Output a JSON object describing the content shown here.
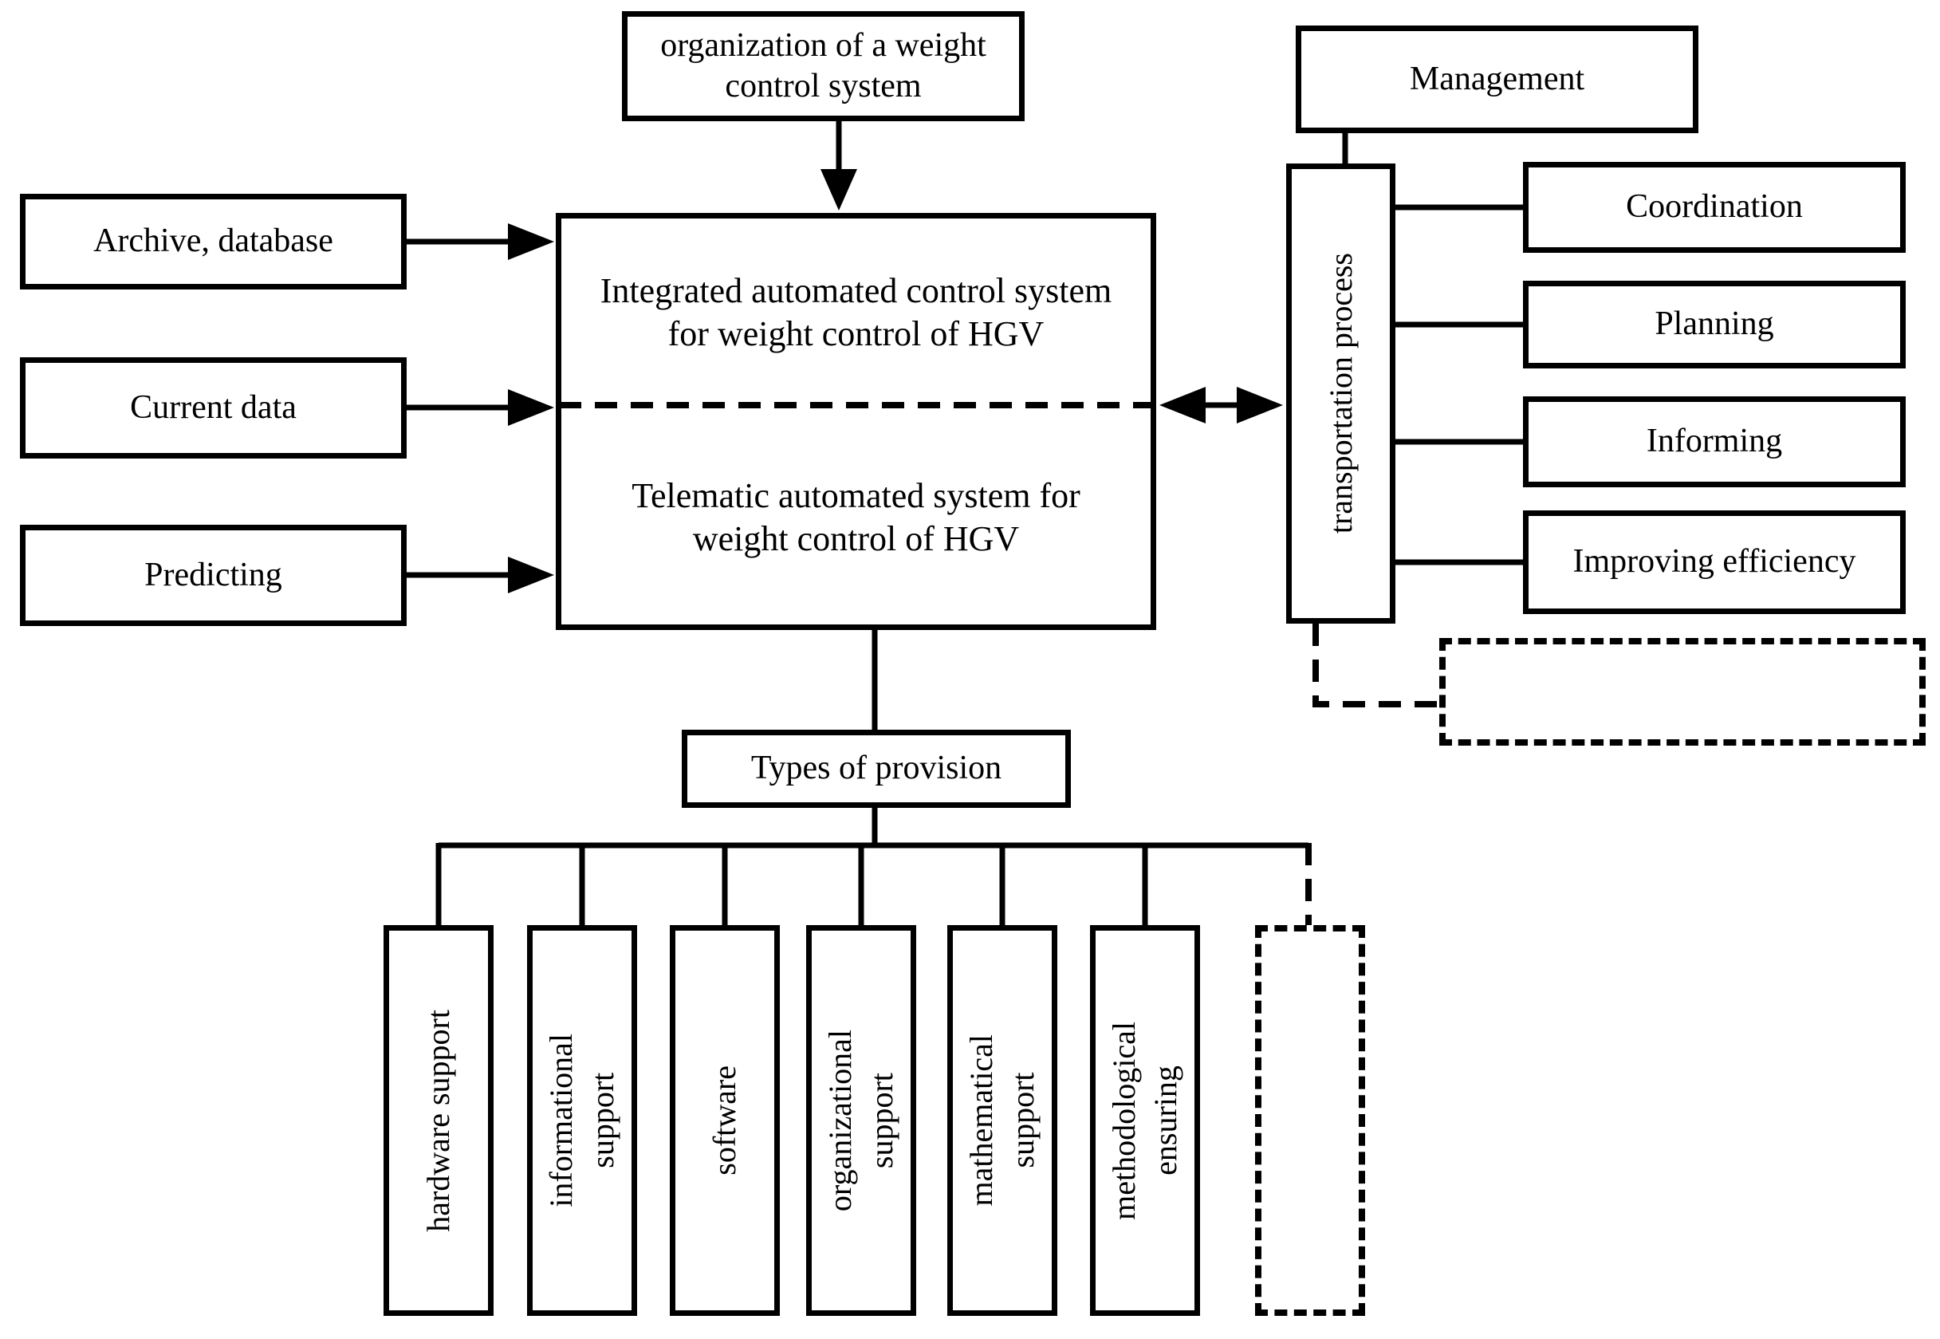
{
  "diagram": {
    "title_box": {
      "label": "organization of a weight control system"
    },
    "inputs": [
      {
        "label": "Archive, database"
      },
      {
        "label": "Current data"
      },
      {
        "label": "Predicting"
      }
    ],
    "central_system": {
      "integrated_label": "Integrated automated control system for weight control of HGV",
      "telematic_label": "Telematic automated system for weight control of HGV"
    },
    "management": {
      "label": "Management"
    },
    "transportation": {
      "label": "transportation process"
    },
    "management_functions": [
      {
        "label": "Coordination"
      },
      {
        "label": "Planning"
      },
      {
        "label": "Informing"
      },
      {
        "label": "Improving efficiency"
      }
    ],
    "types_box": {
      "label": "Types of provision"
    },
    "provision_types": [
      {
        "label": "hardware support"
      },
      {
        "label": "informational\nsupport"
      },
      {
        "label": "software"
      },
      {
        "label": "organizational\nsupport"
      },
      {
        "label": "mathematical\nsupport"
      },
      {
        "label": "methodological\nensuring"
      }
    ],
    "colors": {
      "line": "#000000",
      "background": "#ffffff",
      "text": "#000000"
    }
  }
}
